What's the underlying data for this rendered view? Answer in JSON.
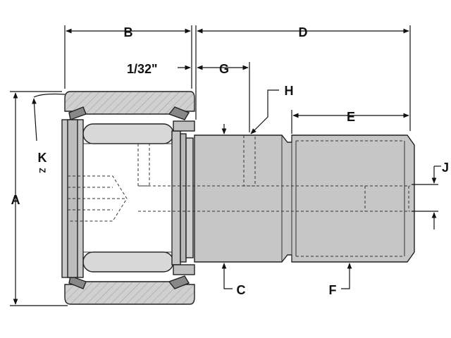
{
  "diagram": {
    "labels": {
      "A": "A",
      "B": "B",
      "C": "C",
      "D": "D",
      "E": "E",
      "F": "F",
      "G": "G",
      "H": "H",
      "J": "J",
      "K": "K",
      "Z": "Z",
      "clearance": "1/32\""
    },
    "colors": {
      "body": "#c8c8c8",
      "bearing": "#d4d4d4",
      "hatch": "#9a9a9a",
      "line": "#222222"
    }
  }
}
